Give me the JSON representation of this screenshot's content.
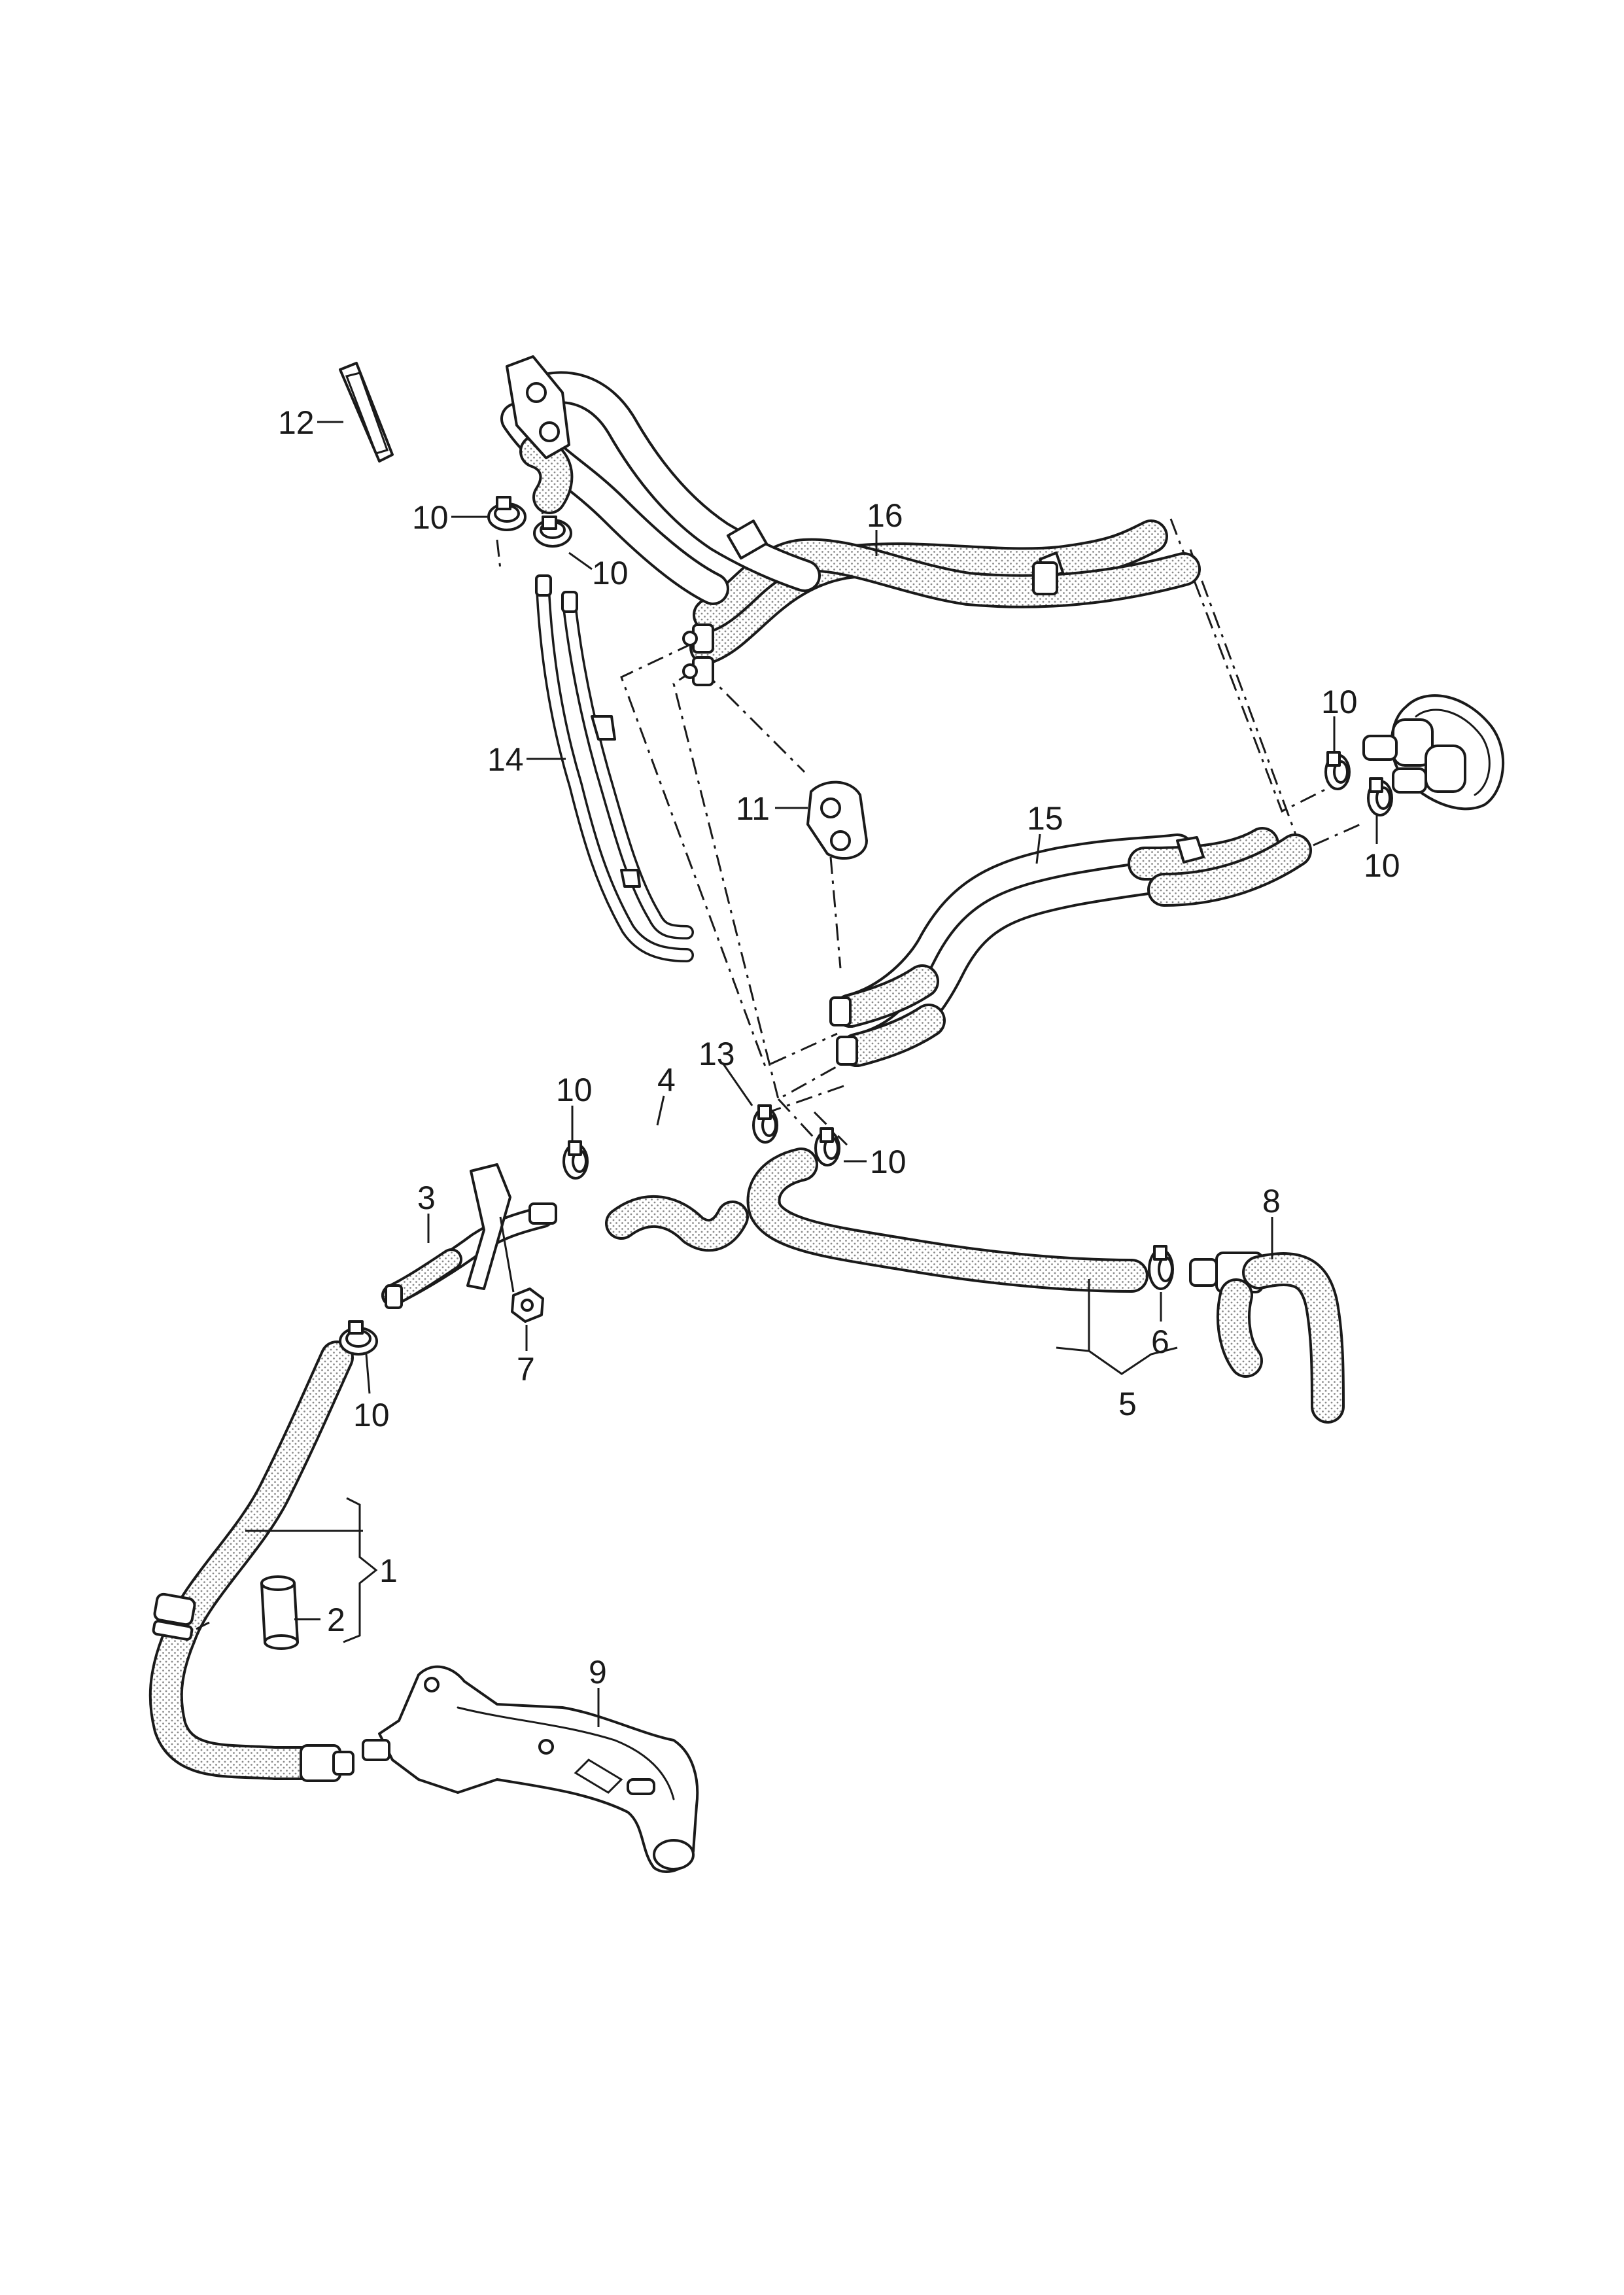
{
  "callouts": {
    "c1": "1",
    "c2": "2",
    "c3": "3",
    "c4": "4",
    "c5": "5",
    "c6": "6",
    "c7": "7",
    "c8": "8",
    "c9": "9",
    "c10a": "10",
    "c10b": "10",
    "c10c": "10",
    "c10d": "10",
    "c10e": "10",
    "c10f": "10",
    "c10g": "10",
    "c11": "11",
    "c12": "12",
    "c13": "13",
    "c14": "14",
    "c15": "15",
    "c16": "16"
  },
  "colors": {
    "line": "#1a1a1a",
    "hose_stipple": "#8a8a8a",
    "background": "#ffffff"
  }
}
